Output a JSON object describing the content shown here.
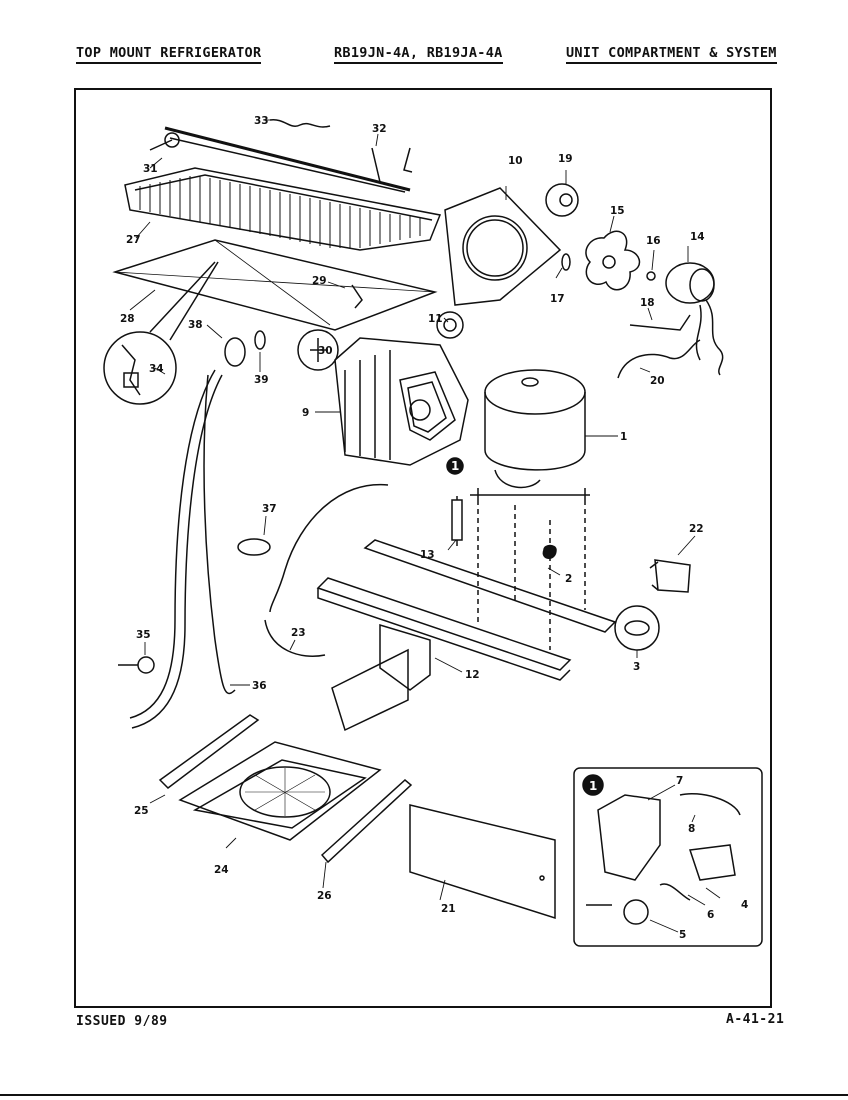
{
  "header": {
    "left": "TOP MOUNT REFRIGERATOR",
    "middle": "RB19JN-4A, RB19JA-4A",
    "right": "UNIT COMPARTMENT & SYSTEM"
  },
  "footer": {
    "issued": "ISSUED 9/89",
    "page_code": "A-41-21"
  },
  "callouts": {
    "n1": "1",
    "n2": "2",
    "n3": "3",
    "n4": "4",
    "n5": "5",
    "n6": "6",
    "n7": "7",
    "n8": "8",
    "n9": "9",
    "n10": "10",
    "n11": "11",
    "n12": "12",
    "n13": "13",
    "n14": "14",
    "n15": "15",
    "n16": "16",
    "n17": "17",
    "n18": "18",
    "n19": "19",
    "n20": "20",
    "n21": "21",
    "n22": "22",
    "n23": "23",
    "n24": "24",
    "n25": "25",
    "n26": "26",
    "n27": "27",
    "n28": "28",
    "n29": "29",
    "n30": "30",
    "n31": "31",
    "n32": "32",
    "n33": "33",
    "n34": "34",
    "n35": "35",
    "n36": "36",
    "n37": "37",
    "n38": "38",
    "n39": "39"
  },
  "inset": {
    "badge": "1",
    "compressor_marker": "1"
  }
}
